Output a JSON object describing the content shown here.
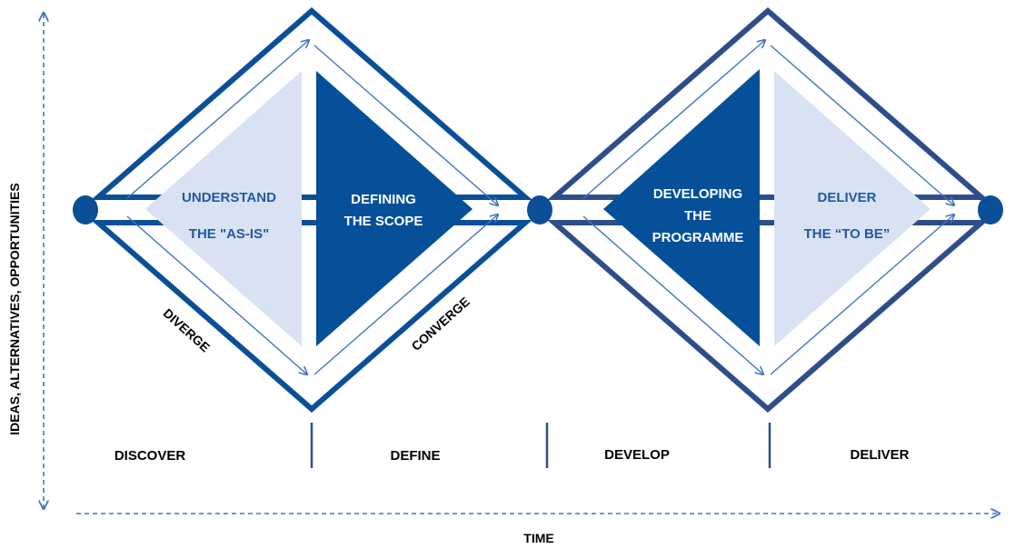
{
  "colors": {
    "primary": "#0a4f98",
    "secondary": "#2d4e8a",
    "dark_fill": "#064f99",
    "light_fill": "#d9e2f3",
    "arrow": "#4472c4"
  },
  "diamond1": {
    "left_text": [
      "UNDERSTAND",
      "THE \"AS-IS\""
    ],
    "right_text": [
      "DEFINING",
      "THE SCOPE"
    ],
    "diverge_label": "DIVERGE",
    "converge_label": "CONVERGE"
  },
  "diamond2": {
    "left_text": [
      "DEVELOPING",
      "THE",
      "PROGRAMME"
    ],
    "right_text": [
      "DELIVER",
      "THE “TO BE”"
    ]
  },
  "phases": [
    "DISCOVER",
    "DEFINE",
    "DEVELOP",
    "DELIVER"
  ],
  "axes": {
    "y_label": "IDEAS, ALTERNATIVES, OPPORTUNITIES",
    "x_label": "TIME"
  }
}
